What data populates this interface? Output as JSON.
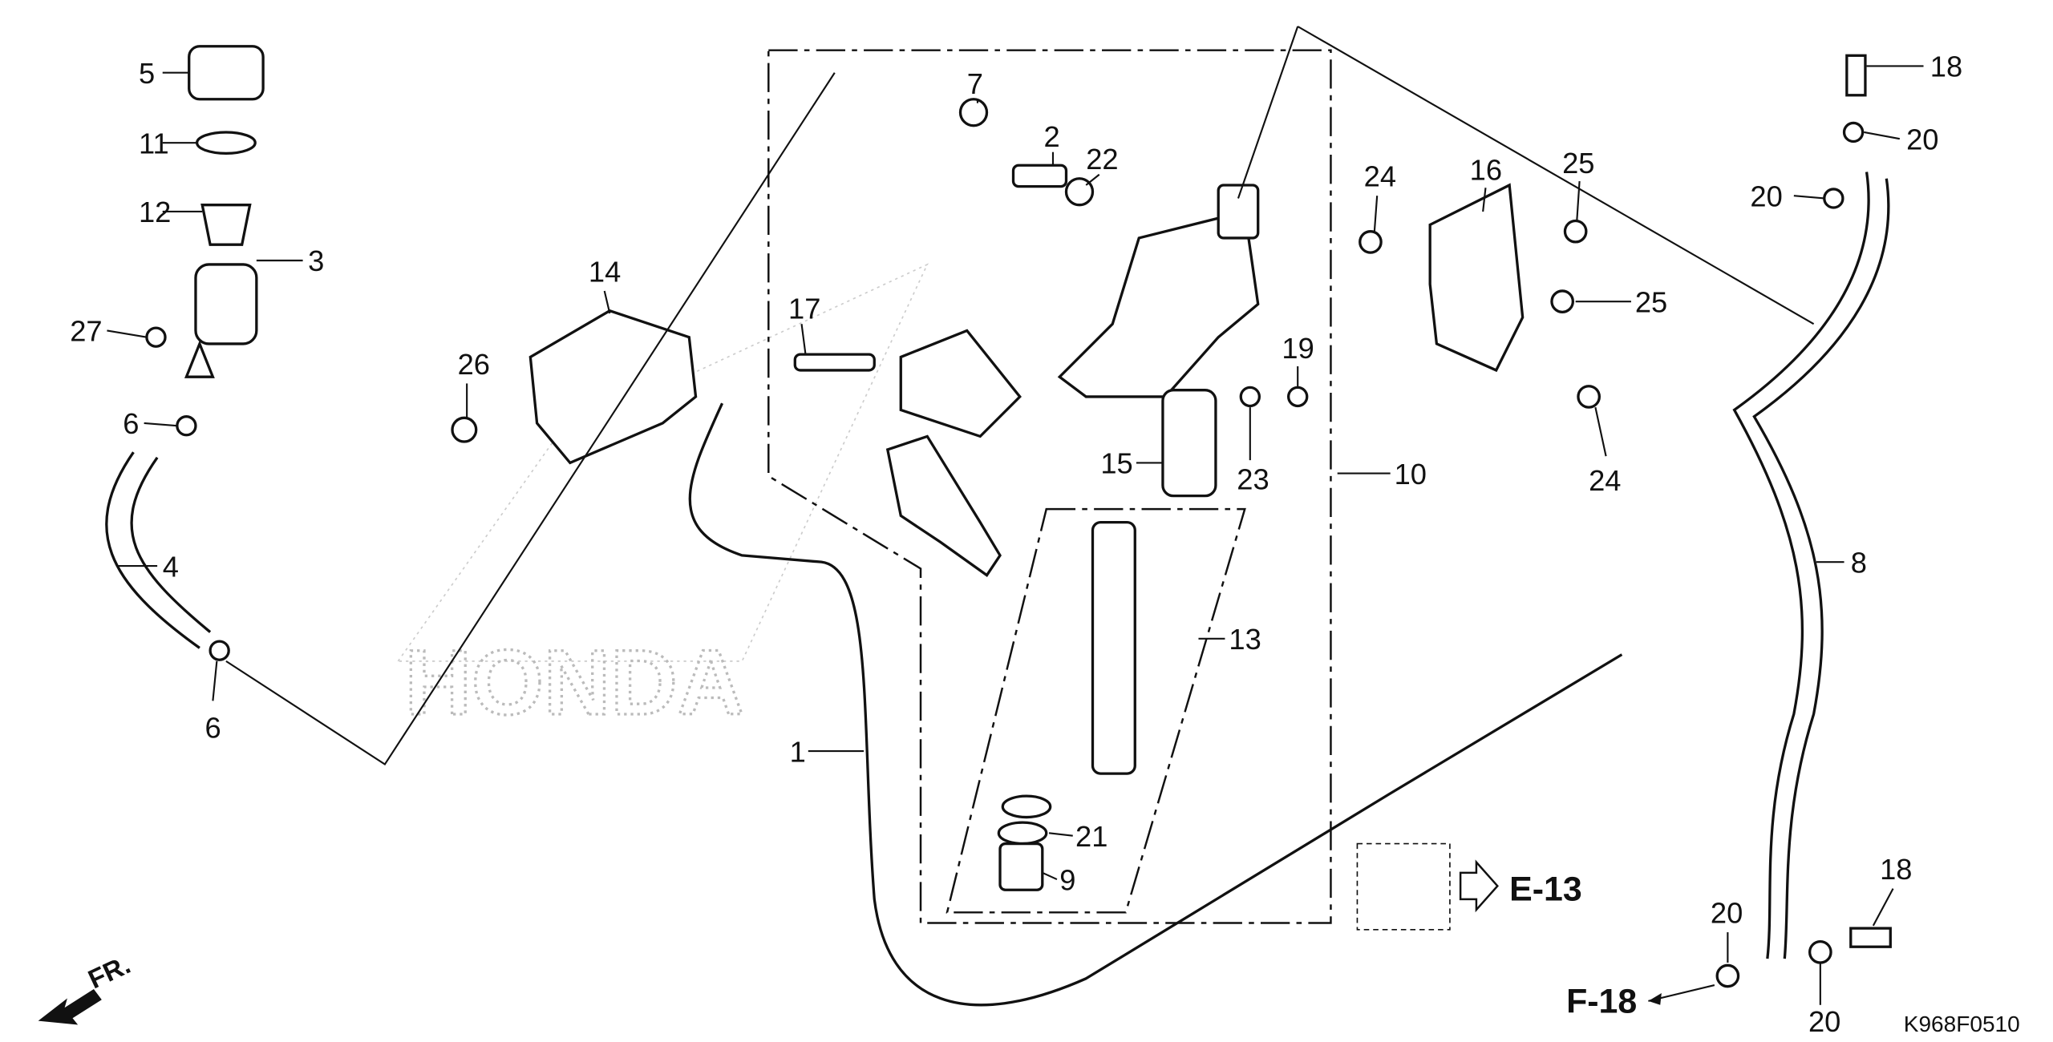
{
  "diagram": {
    "callouts": [
      "5",
      "11",
      "12",
      "3",
      "27",
      "6",
      "4",
      "6",
      "14",
      "26",
      "7",
      "2",
      "22",
      "17",
      "15",
      "23",
      "19",
      "10",
      "16",
      "24",
      "25",
      "25",
      "24",
      "18",
      "20",
      "20",
      "8",
      "13",
      "21",
      "9",
      "1",
      "18",
      "20",
      "20"
    ],
    "references": {
      "e13": "E-13",
      "f18": "F-18"
    },
    "front_arrow": "FR.",
    "figure_code": "K968F0510",
    "watermark": "HONDA"
  }
}
